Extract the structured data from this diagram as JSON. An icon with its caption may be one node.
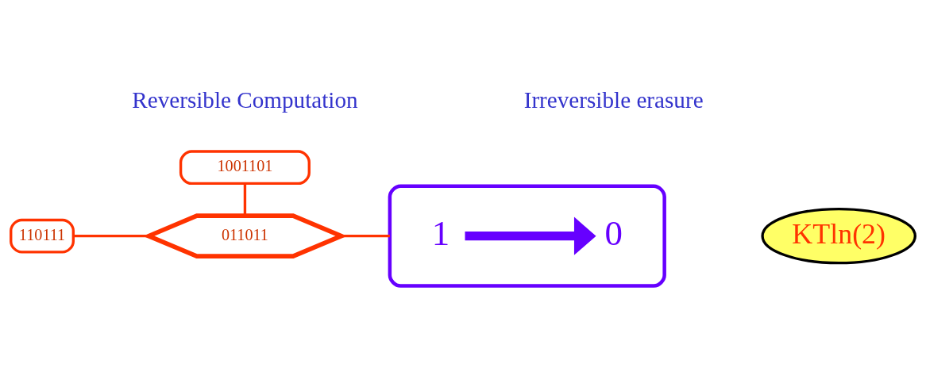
{
  "diagram": {
    "nodes": [
      {
        "text": [
          "110111"
        ]
      },
      {
        "text": [
          "011011"
        ]
      },
      {
        "text": [
          "1001101"
        ]
      },
      {
        "text": [],
        "shape": "box"
      },
      {
        "text": [
          "1"
        ],
        "in": 3
      },
      {
        "text": [
          "0"
        ],
        "in": 3
      },
      {
        "text": [
          "KTln(2)"
        ]
      }
    ],
    "edges": [
      {
        "from": 0,
        "to": 1,
        "arrow": "none"
      },
      {
        "from": 2,
        "to": 1,
        "arrow": "none"
      },
      {
        "from": 1,
        "to": 3,
        "arrow": "none"
      },
      {
        "from": 4,
        "to": 5,
        "arrow": "to",
        "style": "thick",
        "color": "#6600ff"
      }
    ],
    "labels": [
      "Reversible Computation",
      "Irreversible erasure"
    ]
  }
}
